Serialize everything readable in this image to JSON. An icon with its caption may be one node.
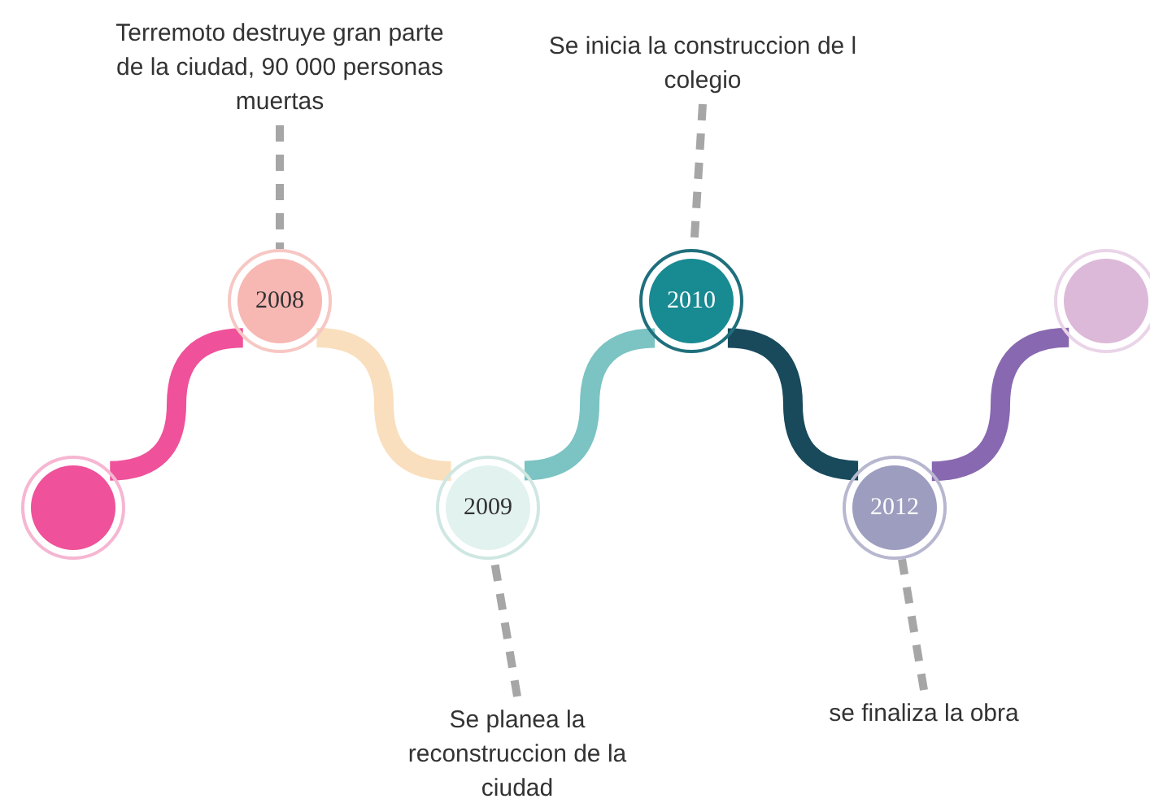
{
  "diagram": {
    "nodes": [
      {
        "text": [
          "Terremoto destruye gran parte de la ciudad, 90 000 personas muertas"
        ]
      },
      {
        "text": [
          "Se inicia la construccion de l colegio"
        ]
      },
      {
        "text": [],
        "shape": "circle"
      },
      {
        "text": [
          "2008"
        ]
      },
      {
        "text": [
          "2010"
        ]
      },
      {
        "text": [],
        "shape": "circle"
      },
      {
        "text": [
          "2009"
        ]
      },
      {
        "text": [
          "2012"
        ]
      },
      {
        "text": [
          "Se planea la reconstruccion de la ciudad"
        ]
      },
      {
        "text": [
          "se finaliza la obra"
        ]
      }
    ],
    "edges": [
      {
        "from": 0,
        "to": 3,
        "arrow": "none",
        "style": "dashed",
        "color": "#a6a6a6"
      },
      {
        "from": 1,
        "to": 4,
        "arrow": "none",
        "style": "dashed",
        "color": "#a6a6a6"
      },
      {
        "from": 2,
        "to": 3,
        "arrow": "none",
        "color": "#ef519a"
      },
      {
        "from": 3,
        "to": 6,
        "arrow": "none",
        "color": "#f9dfbd"
      },
      {
        "from": 6,
        "to": 4,
        "arrow": "none",
        "color": "#7cc3c3"
      },
      {
        "from": 4,
        "to": 7,
        "arrow": "none",
        "color": "#184a5c"
      },
      {
        "from": 7,
        "to": 5,
        "arrow": "none",
        "color": "#8868b0"
      },
      {
        "from": 8,
        "to": 6,
        "arrow": "none",
        "style": "dashed",
        "color": "#a6a6a6"
      },
      {
        "from": 9,
        "to": 7,
        "arrow": "none",
        "style": "dashed",
        "color": "#a6a6a6"
      }
    ]
  }
}
